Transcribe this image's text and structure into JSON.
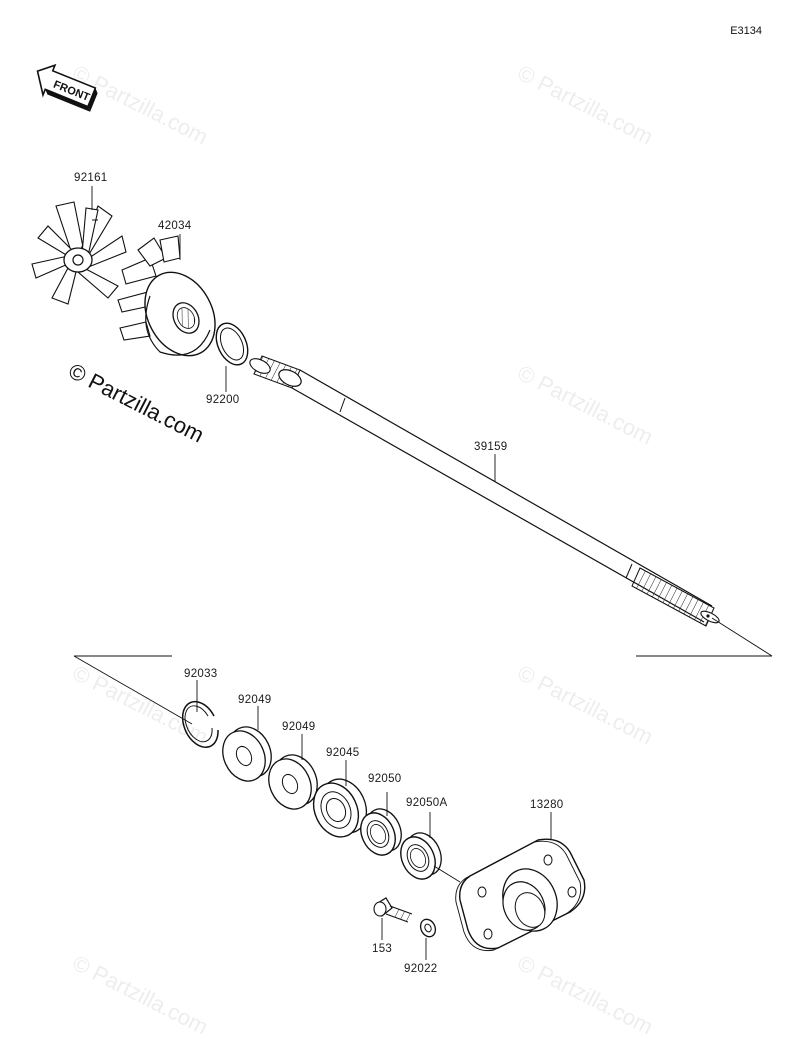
{
  "diagram_code": "E3134",
  "front_label": "FRONT",
  "watermark_main": "© Partzilla.com",
  "watermark_faint": "© Partzilla.com",
  "parts": {
    "p92161": "92161",
    "p42034": "42034",
    "p92200": "92200",
    "p39159": "39159",
    "p92033": "92033",
    "p92049a": "92049",
    "p92049b": "92049",
    "p92045": "92045",
    "p92050": "92050",
    "p92050A": "92050A",
    "p13280": "13280",
    "p153": "153",
    "p92022": "92022"
  }
}
